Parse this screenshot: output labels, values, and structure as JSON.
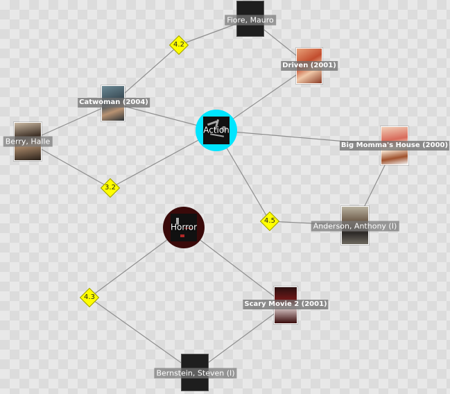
{
  "graph": {
    "genres": [
      {
        "id": "action",
        "label": "Action",
        "ring_color": "#00e5ff"
      },
      {
        "id": "horror",
        "label": "Horror",
        "ring_color": "#3a0a0a"
      }
    ],
    "movies": [
      {
        "id": "catwoman",
        "label": "Catwoman (2004)"
      },
      {
        "id": "driven",
        "label": "Driven (2001)"
      },
      {
        "id": "bigmomma",
        "label": "Big Momma's House (2000)"
      },
      {
        "id": "scary",
        "label": "Scary Movie 2 (2001)"
      }
    ],
    "people": [
      {
        "id": "fiore",
        "label": "Fiore, Mauro"
      },
      {
        "id": "berry",
        "label": "Berry, Halle"
      },
      {
        "id": "anderson",
        "label": "Anderson, Anthony (I)"
      },
      {
        "id": "bernstein",
        "label": "Bernstein, Steven (I)"
      }
    ],
    "ratings": [
      {
        "id": "r42",
        "value": "4.2"
      },
      {
        "id": "r32",
        "value": "3.2"
      },
      {
        "id": "r45",
        "value": "4.5"
      },
      {
        "id": "r43",
        "value": "4.3"
      }
    ],
    "colors": {
      "rating_fill": "#ffff00",
      "edge": "#8e8e8e",
      "label_bg": "#787878"
    }
  }
}
